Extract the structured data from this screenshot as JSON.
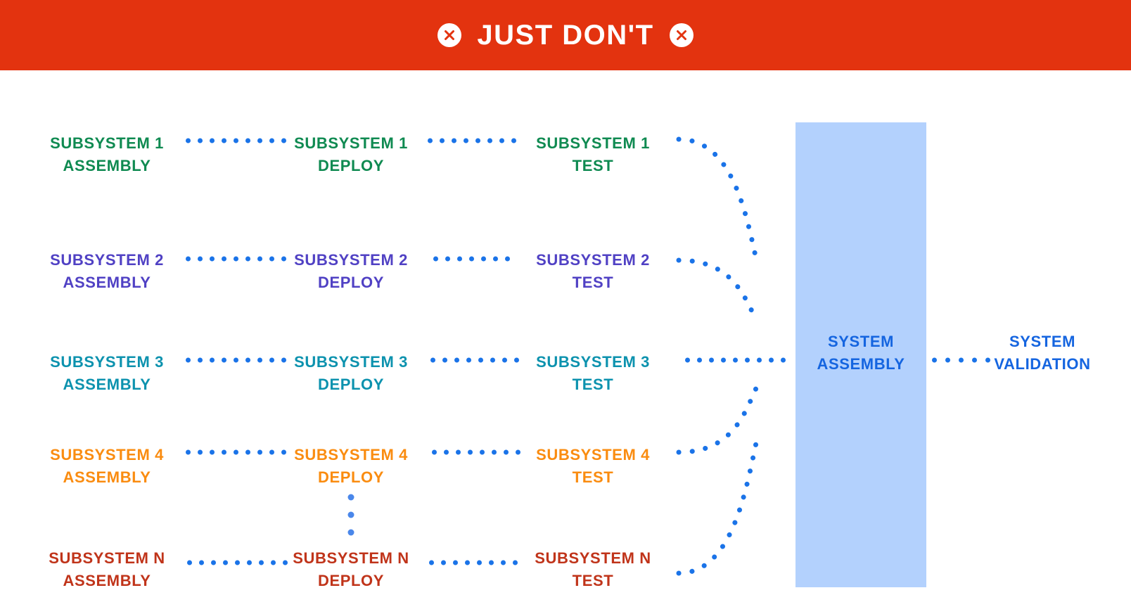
{
  "banner": {
    "title": "JUST DON'T",
    "background_color": "#e3330f",
    "text_color": "#ffffff",
    "left_icon": "x-circle-icon",
    "right_icon": "x-circle-icon"
  },
  "colors": {
    "connector_blue": "#1a73e8",
    "ellipsis_blue": "#4a87ea",
    "system_box_fill": "#b3d1fd",
    "system_text": "#1565e0",
    "row1": "#0f8a51",
    "row2": "#5041c4",
    "row3": "#0c92ae",
    "row4": "#fa8c10",
    "rowN": "#c0341a"
  },
  "chart_data": {
    "type": "diagram",
    "title": "JUST DON'T",
    "columns": [
      "ASSEMBLY",
      "DEPLOY",
      "TEST",
      "SYSTEM ASSEMBLY",
      "SYSTEM VALIDATION"
    ],
    "rows": [
      {
        "id": "row1",
        "color": "#0f8a51",
        "assembly": "SUBSYSTEM 1\nASSEMBLY",
        "deploy": "SUBSYSTEM 1\nDEPLOY",
        "test": "SUBSYSTEM 1\nTEST"
      },
      {
        "id": "row2",
        "color": "#5041c4",
        "assembly": "SUBSYSTEM 2\nASSEMBLY",
        "deploy": "SUBSYSTEM 2\nDEPLOY",
        "test": "SUBSYSTEM 2\nTEST"
      },
      {
        "id": "row3",
        "color": "#0c92ae",
        "assembly": "SUBSYSTEM 3\nASSEMBLY",
        "deploy": "SUBSYSTEM 3\nDEPLOY",
        "test": "SUBSYSTEM 3\nTEST"
      },
      {
        "id": "row4",
        "color": "#fa8c10",
        "assembly": "SUBSYSTEM 4\nASSEMBLY",
        "deploy": "SUBSYSTEM 4\nDEPLOY",
        "test": "SUBSYSTEM 4\nTEST"
      },
      {
        "id": "rowN",
        "color": "#c0341a",
        "assembly": "SUBSYSTEM N\nASSEMBLY",
        "deploy": "SUBSYSTEM N\nDEPLOY",
        "test": "SUBSYSTEM N\nTEST"
      }
    ],
    "sink": {
      "label": "SYSTEM\nASSEMBLY",
      "boxed": true
    },
    "final": {
      "label": "SYSTEM\nVALIDATION",
      "boxed": false
    },
    "continuation_marker": "vertical-ellipsis",
    "connector_style": "dotted"
  },
  "nodes": {
    "r1a": "SUBSYSTEM 1\nASSEMBLY",
    "r1d": "SUBSYSTEM 1\nDEPLOY",
    "r1t": "SUBSYSTEM 1\nTEST",
    "r2a": "SUBSYSTEM 2\nASSEMBLY",
    "r2d": "SUBSYSTEM 2\nDEPLOY",
    "r2t": "SUBSYSTEM 2\nTEST",
    "r3a": "SUBSYSTEM 3\nASSEMBLY",
    "r3d": "SUBSYSTEM 3\nDEPLOY",
    "r3t": "SUBSYSTEM 3\nTEST",
    "r4a": "SUBSYSTEM 4\nASSEMBLY",
    "r4d": "SUBSYSTEM 4\nDEPLOY",
    "r4t": "SUBSYSTEM 4\nTEST",
    "rna": "SUBSYSTEM N\nASSEMBLY",
    "rnd": "SUBSYSTEM N\nDEPLOY",
    "rnt": "SUBSYSTEM N\nTEST",
    "system_assembly": "SYSTEM\nASSEMBLY",
    "system_validation": "SYSTEM\nVALIDATION"
  }
}
